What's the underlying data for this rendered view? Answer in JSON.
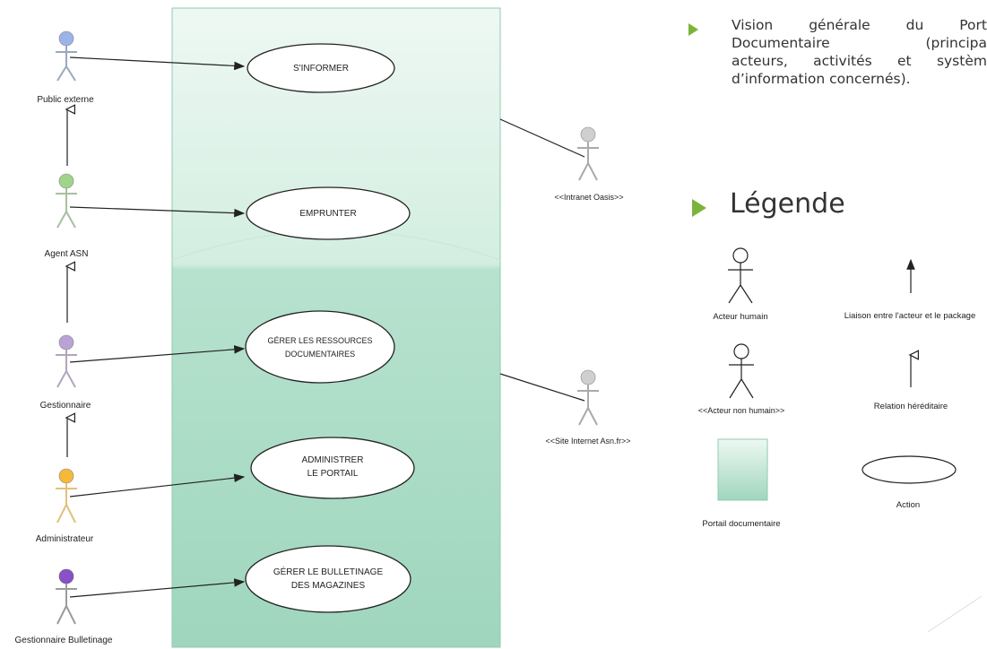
{
  "actors_left": [
    {
      "name": "Public externe",
      "color": "#9bb3e8"
    },
    {
      "name": "Agent ASN",
      "color": "#9fd58a"
    },
    {
      "name": "Gestionnaire",
      "color": "#b9a3d6"
    },
    {
      "name": "Administrateur",
      "color": "#f5b93a"
    },
    {
      "name": "Gestionnaire Bulletinage",
      "color": "#8b4fc7"
    }
  ],
  "actors_right": [
    {
      "name": "<<Intranet Oasis>>",
      "color": "#cfcfcf"
    },
    {
      "name": "<<Site Internet Asn.fr>>",
      "color": "#cfcfcf"
    }
  ],
  "use_cases": [
    {
      "lines": [
        "S'INFORMER"
      ]
    },
    {
      "lines": [
        "EMPRUNTER"
      ]
    },
    {
      "lines": [
        "GÉRER LES RESSOURCES",
        "DOCUMENTAIRES"
      ]
    },
    {
      "lines": [
        "ADMINISTRER",
        "LE PORTAIL"
      ]
    },
    {
      "lines": [
        "GÉRER LE BULLETINAGE",
        "DES MAGAZINES"
      ]
    }
  ],
  "description_lines": [
    [
      "Vision",
      "générale",
      "du",
      "Port"
    ],
    [
      "Documentaire",
      "(principa"
    ],
    [
      "acteurs,",
      "activités",
      "et",
      "systèm"
    ],
    [
      "d’information concernés)."
    ]
  ],
  "legend": {
    "title": "Légende",
    "items": {
      "human_actor": "Acteur humain",
      "non_human_actor": "<<Acteur non humain>>",
      "package": "Portail documentaire",
      "link": "Liaison entre l'acteur et le package",
      "inheritance": "Relation héréditaire",
      "action": "Action"
    }
  },
  "colors": {
    "package_fill": "#a8dcc6",
    "package_top": "#e6f5ee",
    "bullet_accent": "#7ab43a"
  }
}
